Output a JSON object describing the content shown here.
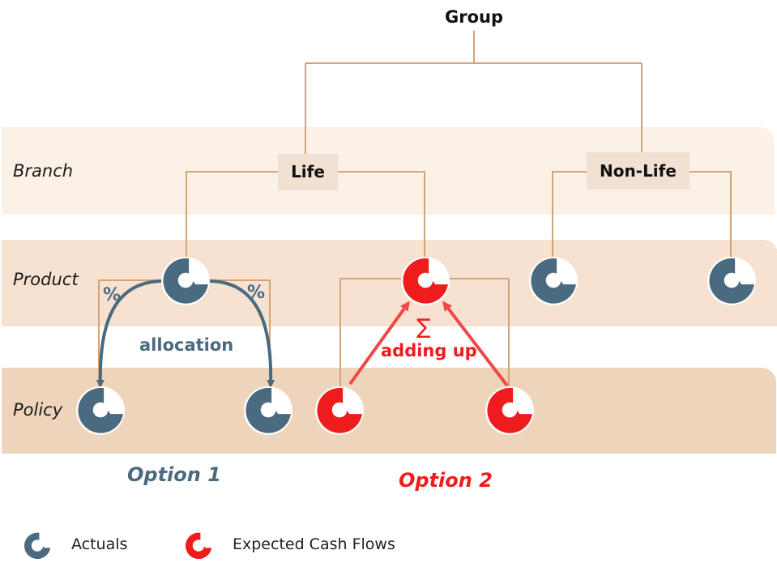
{
  "title": "Group",
  "rows": {
    "branch": "Branch",
    "product": "Product",
    "policy": "Policy"
  },
  "branches": {
    "life": "Life",
    "non_life": "Non-Life"
  },
  "option1": {
    "percent_left": "%",
    "percent_right": "%",
    "label": "allocation",
    "caption": "Option 1"
  },
  "option2": {
    "sigma": "∑",
    "label": "adding up",
    "caption": "Option 2"
  },
  "legend": {
    "actuals": "Actuals",
    "expected": "Expected Cash Flows"
  },
  "colors": {
    "actuals": "#4a6a80",
    "expected": "#ee1c1c",
    "connector": "#d4a574",
    "blue_arrow": "#4a6a80",
    "red_arrow": "#f04848"
  }
}
